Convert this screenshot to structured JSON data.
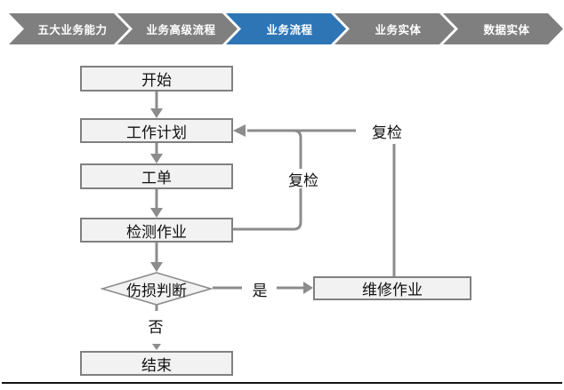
{
  "breadcrumb": {
    "items": [
      {
        "label": "五大业务能力",
        "active": false
      },
      {
        "label": "业务高级流程",
        "active": false
      },
      {
        "label": "业务流程",
        "active": true
      },
      {
        "label": "业务实体",
        "active": false
      },
      {
        "label": "数据实体",
        "active": false
      }
    ],
    "active_color": "#2e75b6",
    "inactive_color": "#7f7f7f"
  },
  "flowchart": {
    "nodes": {
      "start": "开始",
      "plan": "工作计划",
      "order": "工单",
      "inspect": "检测作业",
      "decision": "伤损判断",
      "repair": "维修作业",
      "end": "结束"
    },
    "edge_labels": {
      "recheck_inner": "复检",
      "recheck_outer": "复检",
      "yes": "是",
      "no": "否"
    },
    "colors": {
      "node_fill": "#f2f2f2",
      "node_border": "#808080",
      "connector": "#8c8c8c",
      "bottom_rule": "#151515"
    }
  }
}
